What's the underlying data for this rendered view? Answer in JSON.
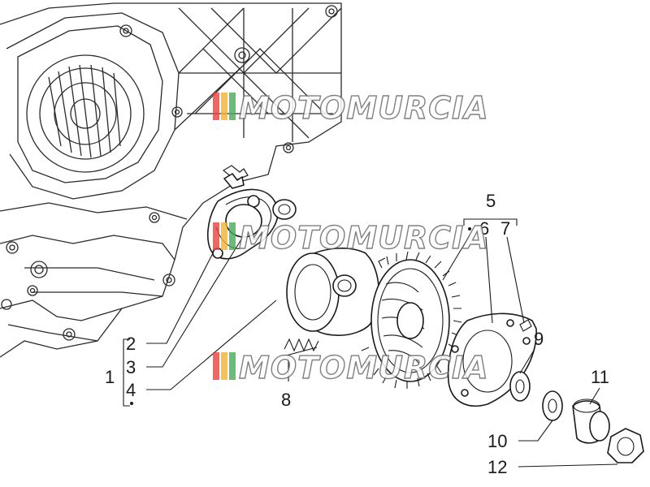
{
  "watermark": {
    "text": "MOTOMURCIA",
    "stripe_colors": [
      "#e8423f",
      "#f2b134",
      "#4ba85a"
    ]
  },
  "callouts": {
    "n1": "1",
    "n2": "2",
    "n3": "3",
    "n4": "4",
    "n5": "5",
    "n6": "6",
    "n7": "7",
    "n8": "8",
    "n9": "9",
    "n10": "10",
    "n11": "11",
    "n12": "12"
  }
}
